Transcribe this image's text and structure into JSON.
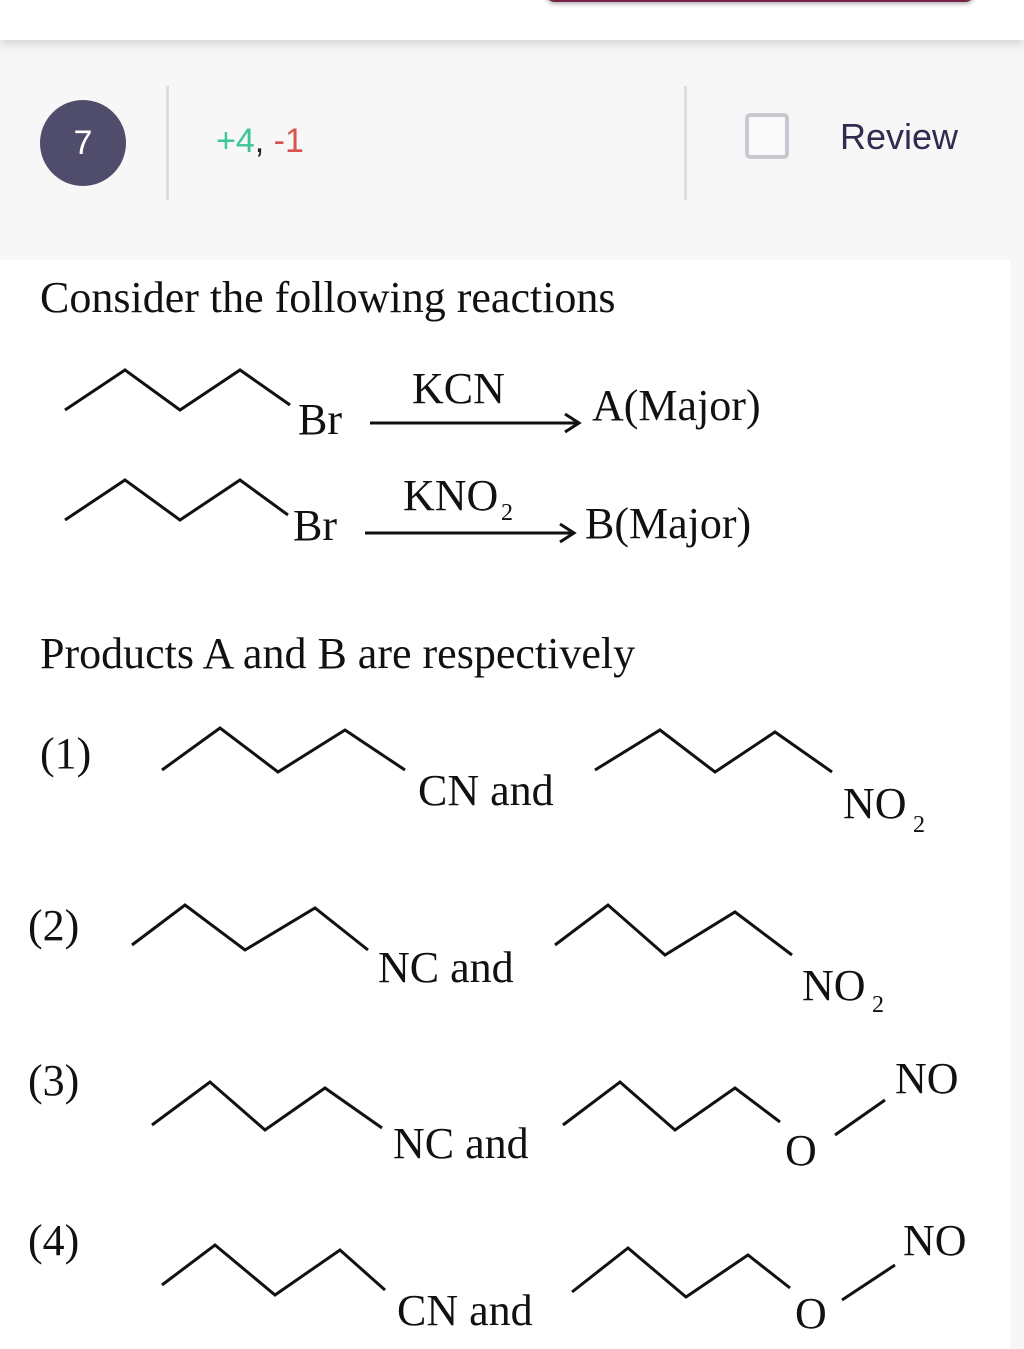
{
  "header": {
    "question_number": "7",
    "marks_positive": "+4",
    "marks_separator": ",",
    "marks_negative": "-1",
    "review_label": "Review",
    "review_checked": false
  },
  "question": {
    "intro": "Consider the following reactions",
    "reactions": [
      {
        "leaving_group": "Br",
        "reagent": "KCN",
        "reagent_sub": "",
        "product": "A(Major)"
      },
      {
        "leaving_group": "Br",
        "reagent": "KNO",
        "reagent_sub": "2",
        "product": "B(Major)"
      }
    ],
    "prompt": "Products A and B are respectively",
    "options": [
      {
        "label": "(1)",
        "first_group": "CN and",
        "second_group": "NO",
        "second_sub": "2"
      },
      {
        "label": "(2)",
        "first_group": "NC and",
        "second_group": "NO",
        "second_sub": "2"
      },
      {
        "label": "(3)",
        "first_group": "NC and",
        "second_o": "O",
        "second_group": "NO"
      },
      {
        "label": "(4)",
        "first_group": "CN and",
        "second_o": "O",
        "second_group": "NO"
      }
    ]
  },
  "colors": {
    "accent": "#4f4d6b",
    "positive": "#3cc49a",
    "negative": "#d9534f"
  }
}
